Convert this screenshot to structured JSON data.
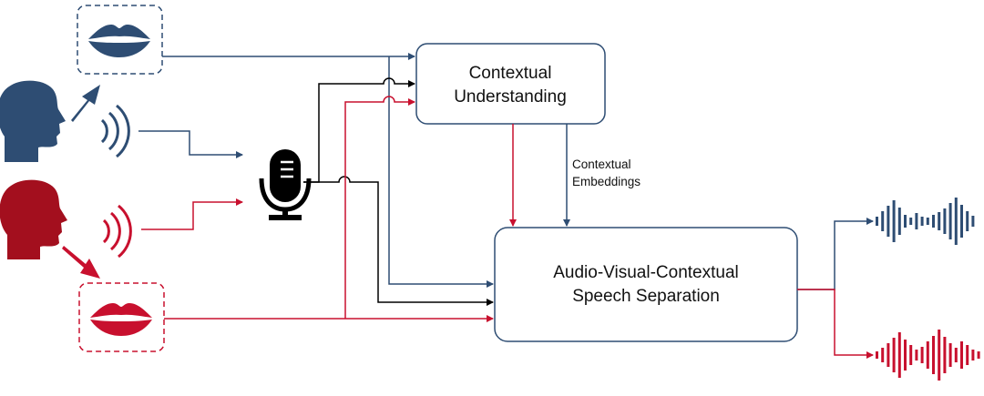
{
  "nodes": {
    "context_box": {
      "line1": "Contextual",
      "line2": "Understanding"
    },
    "separation_box": {
      "line1": "Audio-Visual-Contextual",
      "line2": "Speech Separation"
    }
  },
  "labels": {
    "embeddings_line1": "Contextual",
    "embeddings_line2": "Embeddings"
  },
  "colors": {
    "blue": "#2e4d73",
    "red": "#c8102e",
    "dark_red": "#a30f1e",
    "black": "#000000",
    "box_border": "#2e4d73"
  },
  "icons": [
    "lips-icon",
    "speaker-head-icon",
    "sound-waves-icon",
    "microphone-icon",
    "waveform-icon"
  ],
  "waveforms": {
    "blue": [
      10,
      22,
      34,
      46,
      30,
      14,
      8,
      18,
      10,
      8,
      14,
      20,
      28,
      40,
      52,
      36,
      22,
      12
    ],
    "red": [
      8,
      16,
      26,
      38,
      50,
      34,
      22,
      12,
      18,
      30,
      42,
      56,
      40,
      26,
      16,
      30,
      22,
      12,
      8
    ]
  }
}
